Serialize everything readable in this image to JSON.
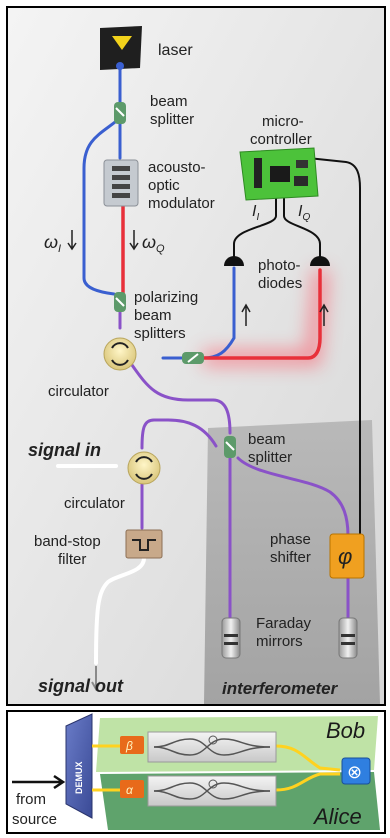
{
  "top": {
    "labels": {
      "laser": "laser",
      "beam_splitter_1_line1": "beam",
      "beam_splitter_1_line2": "splitter",
      "micro_line1": "micro-",
      "micro_line2": "controller",
      "aom_line1": "acousto-",
      "aom_line2": "optic",
      "aom_line3": "modulator",
      "omega_i": "ω",
      "omega_i_sub": "I",
      "omega_q": "ω",
      "omega_q_sub": "Q",
      "i_i": "I",
      "i_i_sub": "I",
      "i_q": "I",
      "i_q_sub": "Q",
      "photo_line1": "photo-",
      "photo_line2": "diodes",
      "pbs_line1": "polarizing",
      "pbs_line2": "beam",
      "pbs_line3": "splitters",
      "circulator_1": "circulator",
      "signal_in": "signal in",
      "beam_splitter_2_line1": "beam",
      "beam_splitter_2_line2": "splitter",
      "circulator_2": "circulator",
      "bandstop_line1": "band-stop",
      "bandstop_line2": "filter",
      "phase_line1": "phase",
      "phase_line2": "shifter",
      "phase_symbol": "φ",
      "faraday_line1": "Faraday",
      "faraday_line2": "mirrors",
      "signal_out": "signal out",
      "interferometer": "interferometer"
    }
  },
  "bottom": {
    "labels": {
      "demux": "DEMUX",
      "bob": "Bob",
      "alice": "Alice",
      "from": "from",
      "source": "source",
      "beta": "β",
      "alpha": "α",
      "tensor": "⊗"
    }
  },
  "colors": {
    "blue_fiber": "#3a5fd0",
    "red_fiber": "#e8303a",
    "purple_fiber": "#8a52c8",
    "black_wire": "#111111",
    "gray_fiber": "#d9d9d9",
    "chip_green": "#4cc23a",
    "phase_orange": "#f0a020",
    "filter_tan": "#c8a98a",
    "bob_green": "#bfe3a6",
    "alice_green": "#5fa36c"
  }
}
